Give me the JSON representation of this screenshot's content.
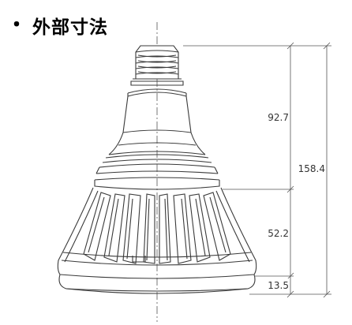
{
  "title": {
    "bullet": "・",
    "text": "外部寸法"
  },
  "dimensions": {
    "neck_height": "92.7",
    "body_height": "52.2",
    "lens_height": "13.5",
    "total_height": "158.4"
  },
  "colors": {
    "line": "#3a3a3a",
    "dim_line": "#555555",
    "background": "#ffffff"
  }
}
